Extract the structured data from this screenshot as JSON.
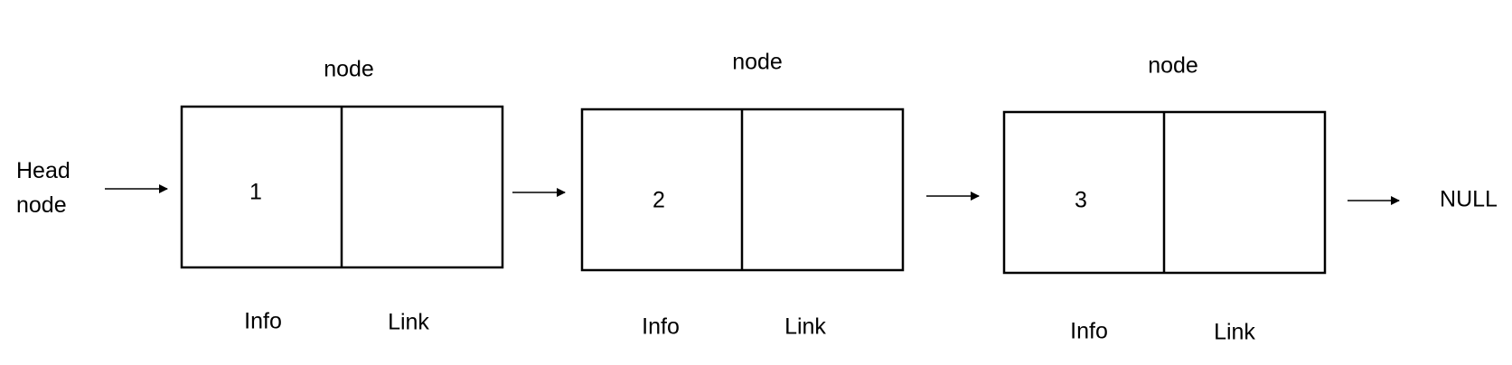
{
  "head": {
    "line1": "Head",
    "line2": "node"
  },
  "nodes": [
    {
      "title": "node",
      "value": "1",
      "info_label": "Info",
      "link_label": "Link"
    },
    {
      "title": "node",
      "value": "2",
      "info_label": "Info",
      "link_label": "Link"
    },
    {
      "title": "node",
      "value": "3",
      "info_label": "Info",
      "link_label": "Link"
    }
  ],
  "tail": {
    "label": "NULL"
  },
  "colors": {
    "stroke": "#000000",
    "background": "#ffffff"
  }
}
